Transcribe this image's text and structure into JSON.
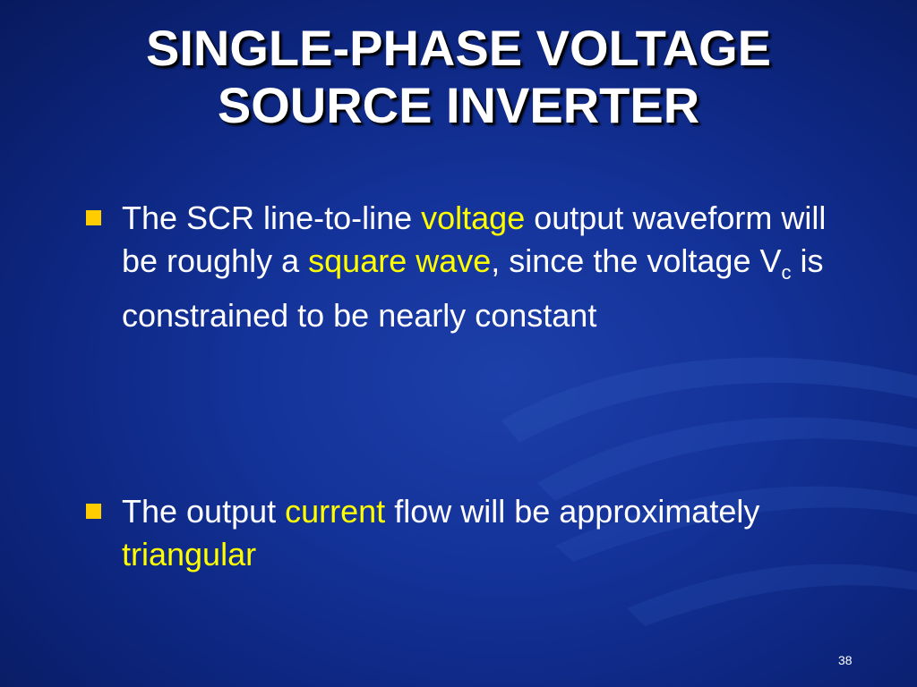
{
  "title": {
    "line1": "SINGLE-PHASE VOLTAGE",
    "line2": "SOURCE INVERTER"
  },
  "bullets": [
    {
      "p1": "The SCR line-to-line ",
      "h1": "voltage",
      "p2": " output waveform will be roughly a ",
      "h2": "square wave",
      "p3": ", since the voltage V",
      "sub": "c",
      "p4": " is constrained to be nearly constant"
    },
    {
      "p1": "The output ",
      "h1": "current",
      "p2": " flow will be approximately ",
      "h2": "triangular"
    }
  ],
  "page_number": "38",
  "colors": {
    "background": "#14339a",
    "text": "#ffffff",
    "highlight": "#ffff00",
    "bullet_marker": "#ffcc00"
  }
}
